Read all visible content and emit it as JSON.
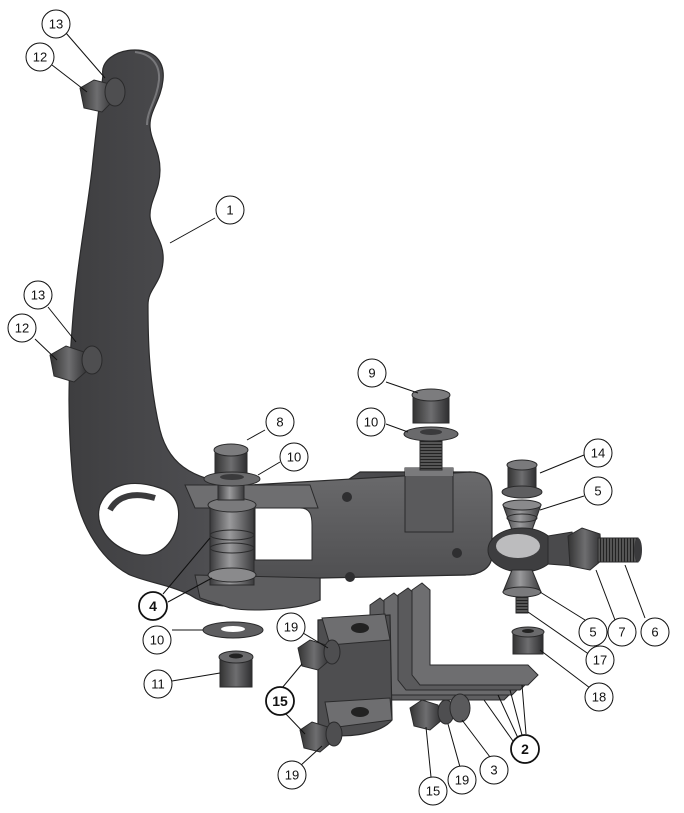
{
  "colors": {
    "part_dark": "#4a4a4c",
    "part_mid": "#5c5c5e",
    "part_light": "#8a8a8c",
    "part_edge": "#2a2a2b",
    "callout_stroke": "#111111",
    "background": "#ffffff"
  },
  "callouts": [
    {
      "id": "c13a",
      "label": "13",
      "bold": false
    },
    {
      "id": "c12a",
      "label": "12",
      "bold": false
    },
    {
      "id": "c1",
      "label": "1",
      "bold": false
    },
    {
      "id": "c13b",
      "label": "13",
      "bold": false
    },
    {
      "id": "c12b",
      "label": "12",
      "bold": false
    },
    {
      "id": "c9",
      "label": "9",
      "bold": false
    },
    {
      "id": "c10a",
      "label": "10",
      "bold": false
    },
    {
      "id": "c8",
      "label": "8",
      "bold": false
    },
    {
      "id": "c10b",
      "label": "10",
      "bold": false
    },
    {
      "id": "c14",
      "label": "14",
      "bold": false
    },
    {
      "id": "c5a",
      "label": "5",
      "bold": false
    },
    {
      "id": "c4",
      "label": "4",
      "bold": true
    },
    {
      "id": "c10c",
      "label": "10",
      "bold": false
    },
    {
      "id": "c5b",
      "label": "5",
      "bold": false
    },
    {
      "id": "c7",
      "label": "7",
      "bold": false
    },
    {
      "id": "c6",
      "label": "6",
      "bold": false
    },
    {
      "id": "c19a",
      "label": "19",
      "bold": false
    },
    {
      "id": "c17",
      "label": "17",
      "bold": false
    },
    {
      "id": "c11",
      "label": "11",
      "bold": false
    },
    {
      "id": "c15a",
      "label": "15",
      "bold": true
    },
    {
      "id": "c18",
      "label": "18",
      "bold": false
    },
    {
      "id": "c2",
      "label": "2",
      "bold": true
    },
    {
      "id": "c19b",
      "label": "19",
      "bold": false
    },
    {
      "id": "c15b",
      "label": "15",
      "bold": false
    },
    {
      "id": "c19c",
      "label": "19",
      "bold": false
    },
    {
      "id": "c3",
      "label": "3",
      "bold": false
    }
  ]
}
